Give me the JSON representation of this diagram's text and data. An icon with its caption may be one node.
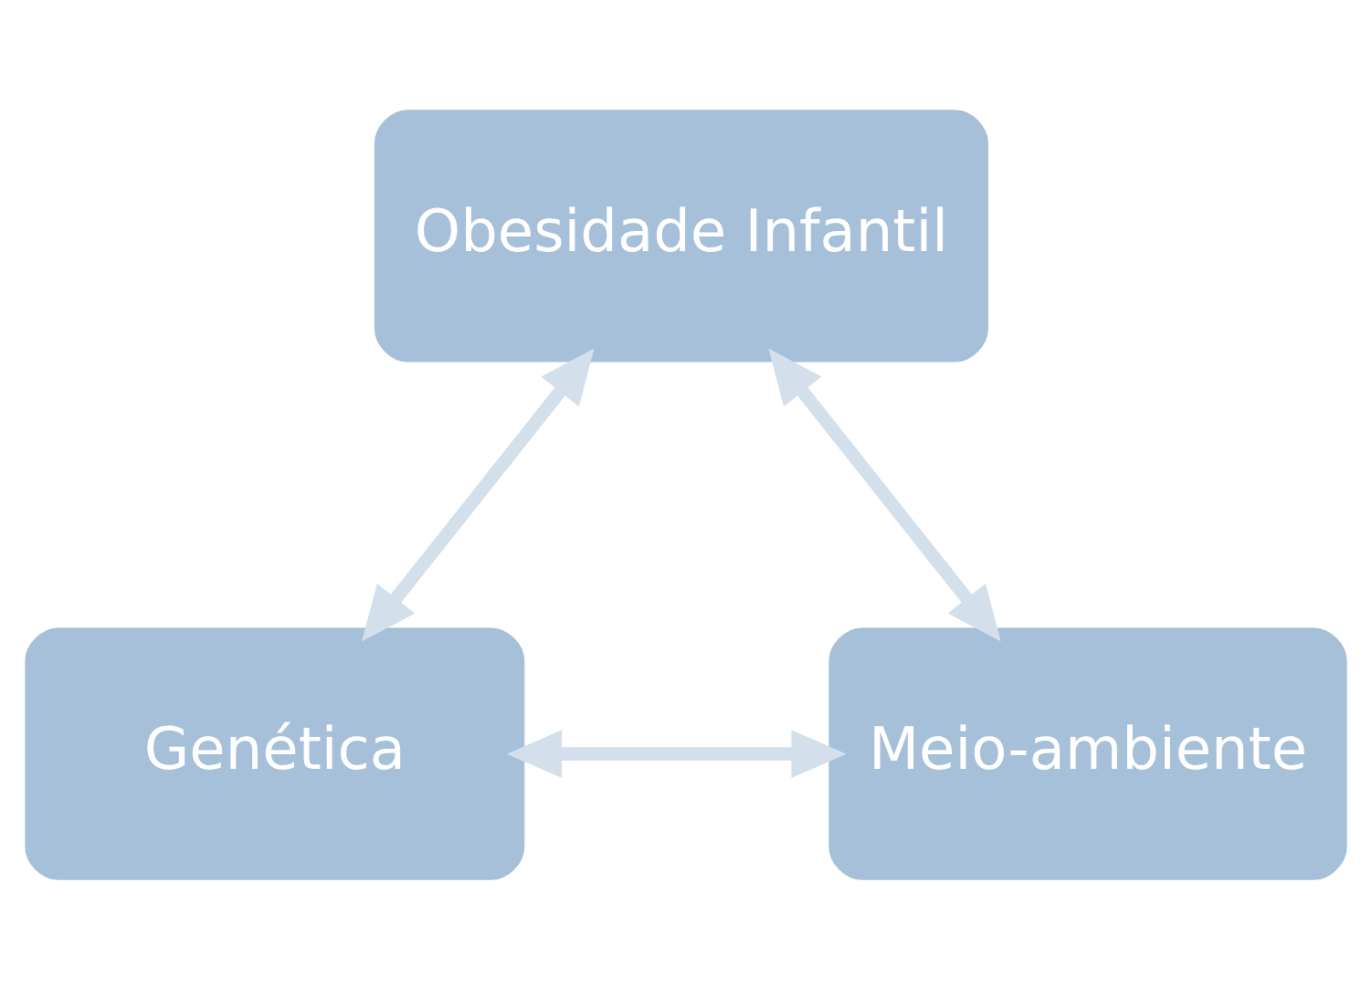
{
  "diagram": {
    "nodes": [
      {
        "text": [
          "Obesidade Infantil"
        ]
      },
      {
        "text": [
          "Genética"
        ]
      },
      {
        "text": [
          "Meio-ambiente"
        ]
      }
    ],
    "edges": [
      {
        "from": 1,
        "to": 0,
        "arrow": "both"
      },
      {
        "from": 0,
        "to": 2,
        "arrow": "both"
      },
      {
        "from": 1,
        "to": 2,
        "arrow": "both"
      }
    ]
  }
}
